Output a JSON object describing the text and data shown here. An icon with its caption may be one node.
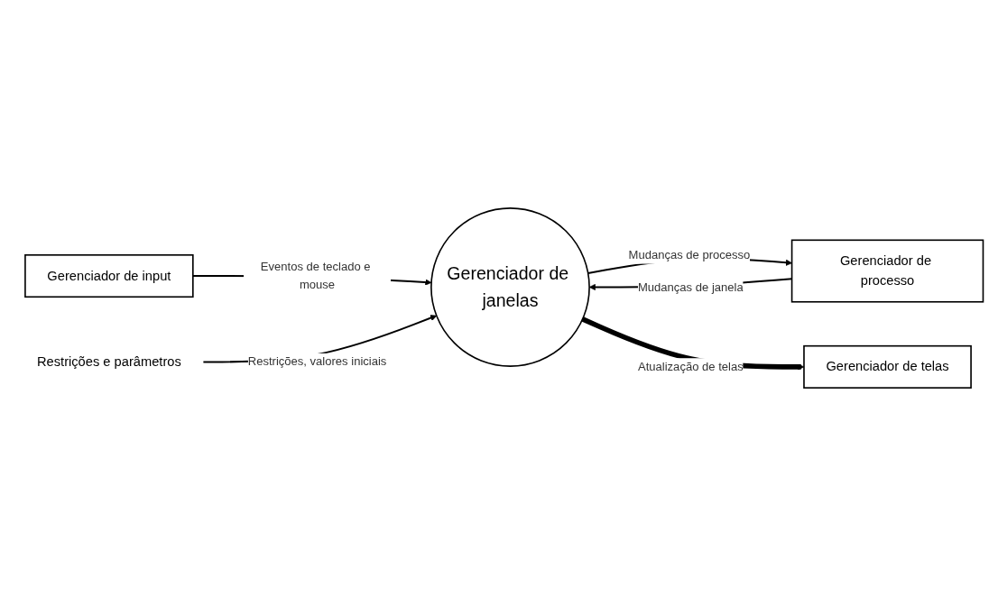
{
  "diagram": {
    "nodes": [
      {
        "text": [
          "Gerenciador de input"
        ]
      },
      {
        "text": [
          "Restrições e parâmetros"
        ]
      },
      {
        "text": [
          "Gerenciador de janelas"
        ]
      },
      {
        "text": [
          "Gerenciador de processo"
        ]
      },
      {
        "text": [
          "Gerenciador de telas"
        ]
      }
    ],
    "edges": [
      {
        "from": 0,
        "to": 2,
        "arrow": "to",
        "label": "Eventos de teclado e mouse"
      },
      {
        "from": 1,
        "to": 2,
        "arrow": "to",
        "label": "Restrições, valores iniciais"
      },
      {
        "from": 2,
        "to": 3,
        "arrow": "to",
        "label": "Mudanças de processo"
      },
      {
        "from": 3,
        "to": 2,
        "arrow": "to",
        "label": "Mudanças de janela"
      },
      {
        "from": 2,
        "to": 4,
        "arrow": "to",
        "label": "Atualização de telas",
        "style": "thick"
      }
    ]
  }
}
